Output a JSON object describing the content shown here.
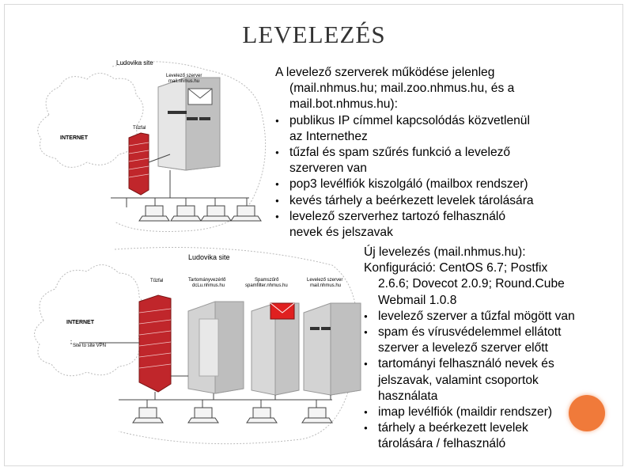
{
  "title": "LEVELEZÉS",
  "top_text": {
    "heading": "A levelező szerverek működése jelenleg",
    "heading_cont": [
      "(mail.nhmus.hu; mail.zoo.nhmus.hu, és a",
      "mail.bot.nhmus.hu):"
    ],
    "bullets": [
      {
        "text": "publikus IP címmel kapcsolódás közvetlenül",
        "cont": "az Internethez"
      },
      {
        "text": "tűzfal és spam szűrés funkció a levelező",
        "cont": "szerveren van"
      },
      {
        "text": "pop3 levélfiók kiszolgáló (mailbox rendszer)",
        "cont": ""
      },
      {
        "text": "kevés tárhely a beérkezett levelek tárolására",
        "cont": ""
      },
      {
        "text": "levelező szerverhez tartozó felhasználó",
        "cont": "nevek és jelszavak"
      }
    ]
  },
  "bottom_text": {
    "heading": "Új levelezés (mail.nhmus.hu):",
    "config": "Konfiguráció: CentOS 6.7; Postfix",
    "config_cont": [
      "2.6.6; Dovecot 2.0.9; Round.Cube",
      "Webmail 1.0.8"
    ],
    "bullets": [
      {
        "text": "levelező szerver a tűzfal mögött van",
        "cont": []
      },
      {
        "text": "spam és vírusvédelemmel ellátott",
        "cont": [
          "szerver a levelező szerver előtt"
        ]
      },
      {
        "text": "tartományi felhasználó nevek és",
        "cont": [
          "jelszavak, valamint csoportok",
          "használata"
        ]
      },
      {
        "text": "imap levélfiók (maildir rendszer)",
        "cont": []
      },
      {
        "text": "tárhely a beérkezett levelek",
        "cont": [
          "tárolására / felhasználó"
        ]
      }
    ]
  },
  "diagram_top": {
    "site": "Ludovika site",
    "server_name": "Levelező szerver",
    "server_host": "mail.nhmus.hu",
    "firewall": "Tűzfal",
    "internet": "INTERNET"
  },
  "diagram_bottom": {
    "site": "Ludovika site",
    "firewall": "Tűzfal",
    "dc_name": "Tartományvezérlő",
    "dc_host": "dcLu.nhmus.hu",
    "spam_name": "Spamszűrő",
    "spam_host": "spamfilter.nhmus.hu",
    "mail_name": "Levelező szerver",
    "mail_host": "mail.nhmus.hu",
    "internet": "INTERNET",
    "vpn": "Site to site VPN"
  },
  "colors": {
    "accent": "#f07a3a",
    "brick": "#c0262b",
    "envelope_red": "#e02020"
  }
}
